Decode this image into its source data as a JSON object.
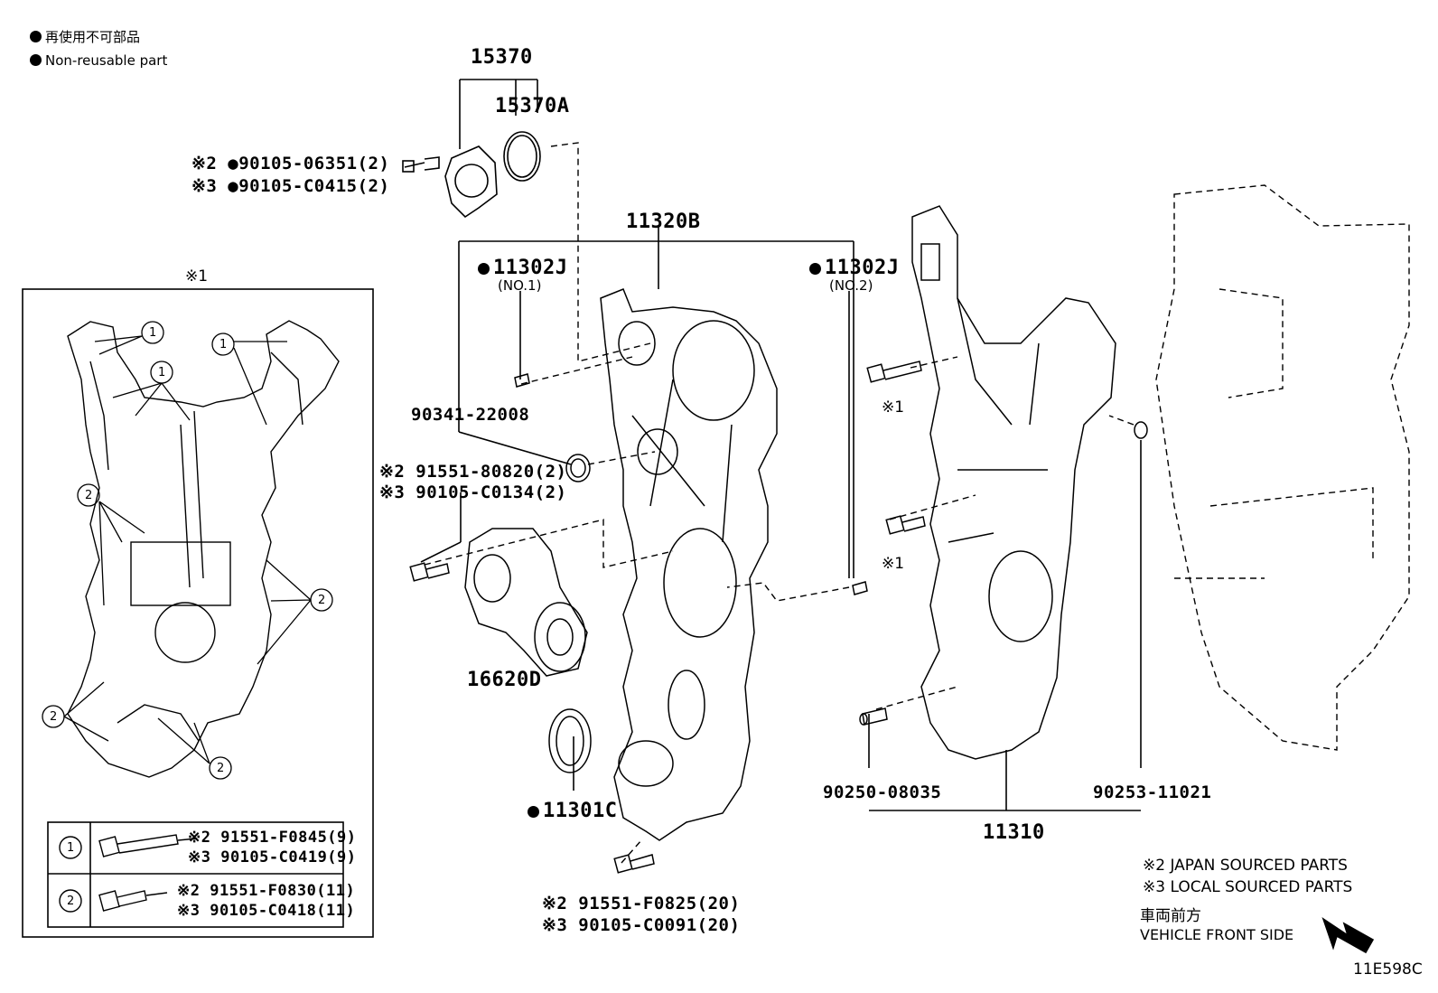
{
  "legend": {
    "jp": "再使用不可部品",
    "en": "Non-reusable part"
  },
  "parts": {
    "p15370": "15370",
    "p15370A": "15370A",
    "p11320B": "11320B",
    "p11302J_1": "11302J",
    "p11302J_1_sub": "(NO.1)",
    "p11302J_2": "11302J",
    "p11302J_2_sub": "(NO.2)",
    "p90341": "90341-22008",
    "p16620D": "16620D",
    "p11301C": "11301C",
    "p11310": "11310",
    "p90250": "90250-08035",
    "p90253": "90253-11021"
  },
  "bolts": {
    "b_top_1": "※2 ●90105-06351(2)",
    "b_top_2": "※3 ●90105-C0415(2)",
    "b_mid_1": "※2 91551-80820(2)",
    "b_mid_2": "※3 90105-C0134(2)",
    "b_bot_1": "※2 91551-F0825(20)",
    "b_bot_2": "※3 90105-C0091(20)",
    "ref_1a": "※1",
    "ref_1b": "※1"
  },
  "inset": {
    "title": "※1",
    "callout1": "1",
    "callout2": "2",
    "row1_a": "※2 91551-F0845(9)",
    "row1_b": "※3 90105-C0419(9)",
    "row2_a": "※2 91551-F0830(11)",
    "row2_b": "※3 90105-C0418(11)"
  },
  "notes": {
    "n1": "※2 JAPAN SOURCED PARTS",
    "n2": "※3 LOCAL SOURCED PARTS",
    "dir_jp": "車両前方",
    "dir_en": "VEHICLE FRONT SIDE",
    "code": "11E598C"
  }
}
